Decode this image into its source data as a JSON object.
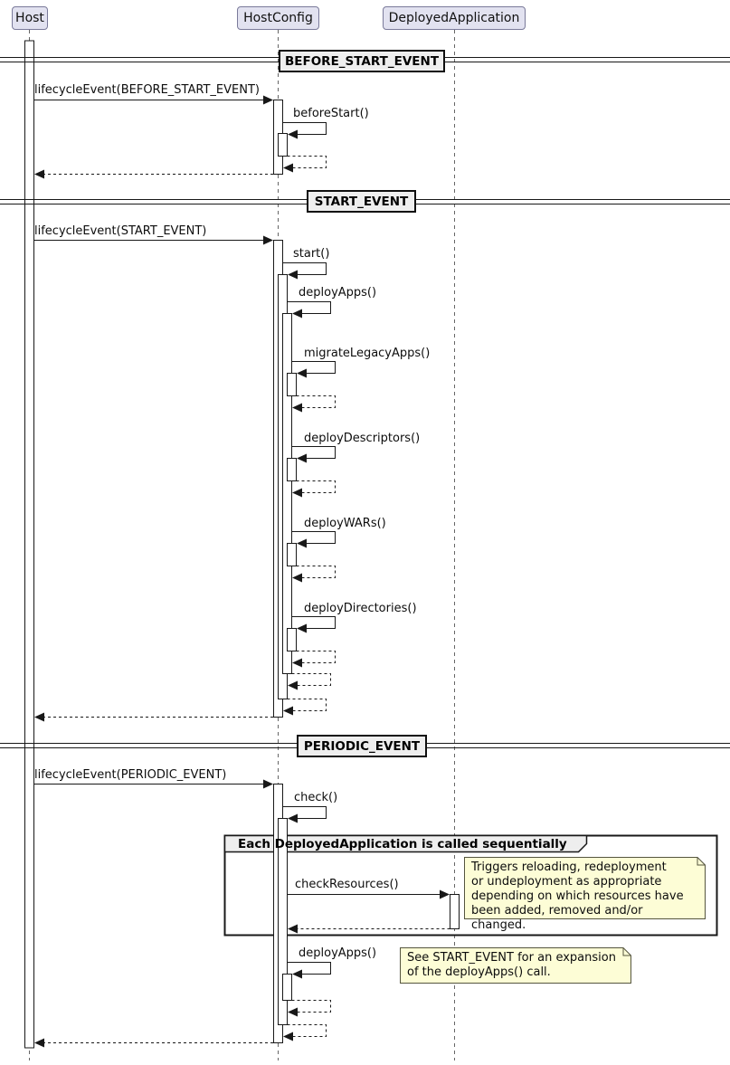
{
  "diagram": {
    "participants": [
      {
        "name": "Host"
      },
      {
        "name": "HostConfig"
      },
      {
        "name": "DeployedApplication"
      }
    ],
    "dividers": [
      "BEFORE_START_EVENT",
      "START_EVENT",
      "PERIODIC_EVENT"
    ],
    "messages": {
      "lifecycle_before_start": "lifecycleEvent(BEFORE_START_EVENT)",
      "before_start": "beforeStart()",
      "lifecycle_start": "lifecycleEvent(START_EVENT)",
      "start": "start()",
      "deploy_apps": "deployApps()",
      "migrate_legacy_apps": "migrateLegacyApps()",
      "deploy_descriptors": "deployDescriptors()",
      "deploy_wars": "deployWARs()",
      "deploy_directories": "deployDirectories()",
      "lifecycle_periodic": "lifecycleEvent(PERIODIC_EVENT)",
      "check": "check()",
      "check_resources": "checkResources()",
      "deploy_apps_periodic": "deployApps()"
    },
    "group": {
      "label": "Each DeployedApplication is called sequentially"
    },
    "notes": {
      "check_resources_note": "Triggers reloading, redeployment\nor undeployment as appropriate\ndepending on which resources have\nbeen added, removed and/or changed.",
      "deploy_apps_note": "See START_EVENT for an expansion\nof the deployApps() call."
    },
    "colors": {
      "participant_fill": "#E2E2F0",
      "divider_fill": "#EEEEEE",
      "group_header_fill": "#EEEEEE",
      "note_fill": "#FDFDD6",
      "line": "#181818"
    }
  }
}
